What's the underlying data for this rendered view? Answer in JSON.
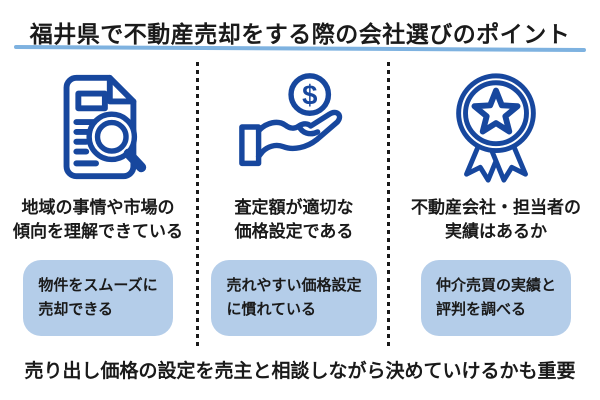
{
  "title": "福井県で不動産売却をする際の会社選びのポイント",
  "colors": {
    "icon_blue": "#17479e",
    "box_bg": "#b4cde9",
    "underline": "#7eb2e0",
    "divider": "#1a1a1a",
    "text": "#1a1a1a"
  },
  "columns": [
    {
      "icon": "document-search-icon",
      "heading_line1": "地域の事情や市場の",
      "heading_line2": "傾向を理解できている",
      "box_line1": "物件をスムーズに",
      "box_line2": "売却できる"
    },
    {
      "icon": "hand-coin-icon",
      "heading_line1": "査定額が適切な",
      "heading_line2": "価格設定である",
      "box_line1": "売れやすい価格設定",
      "box_line2": "に慣れている"
    },
    {
      "icon": "award-ribbon-icon",
      "heading_line1": "不動産会社・担当者の",
      "heading_line2": "実績はあるか",
      "box_line1": "仲介売買の実績と",
      "box_line2": "評判を調べる"
    }
  ],
  "coin_symbol": "$",
  "footer": "売り出し価格の設定を売主と相談しながら決めていけるかも重要"
}
